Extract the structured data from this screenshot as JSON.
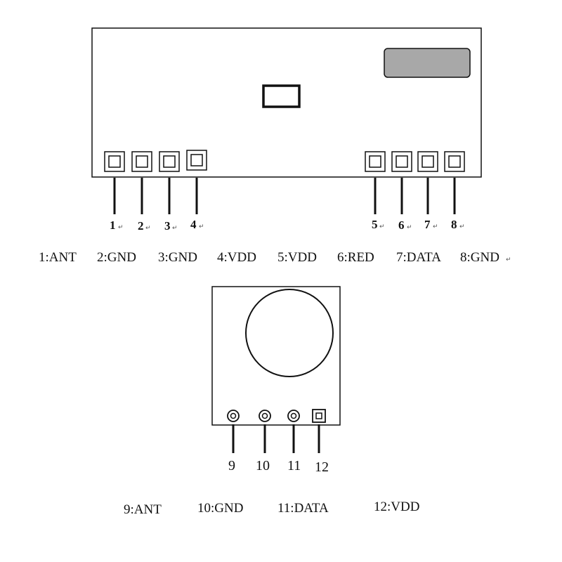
{
  "receiver": {
    "pins": [
      {
        "num": "1"
      },
      {
        "num": "2"
      },
      {
        "num": "3"
      },
      {
        "num": "4"
      },
      {
        "num": "5"
      },
      {
        "num": "6"
      },
      {
        "num": "7"
      },
      {
        "num": "8"
      }
    ],
    "return_mark": "↵",
    "legend": [
      "1:ANT",
      "2:GND",
      "3:GND",
      "4:VDD",
      "5:VDD",
      "6:RED",
      "7:DATA",
      "8:GND"
    ]
  },
  "transmitter": {
    "pins": [
      {
        "num": "9"
      },
      {
        "num": "10"
      },
      {
        "num": "11"
      },
      {
        "num": "12"
      }
    ],
    "legend": [
      "9:ANT",
      "10:GND",
      "11:DATA",
      "12:VDD"
    ]
  },
  "colors": {
    "outline": "#111111",
    "label_fill": "#a8a8a8",
    "background": "#ffffff"
  }
}
